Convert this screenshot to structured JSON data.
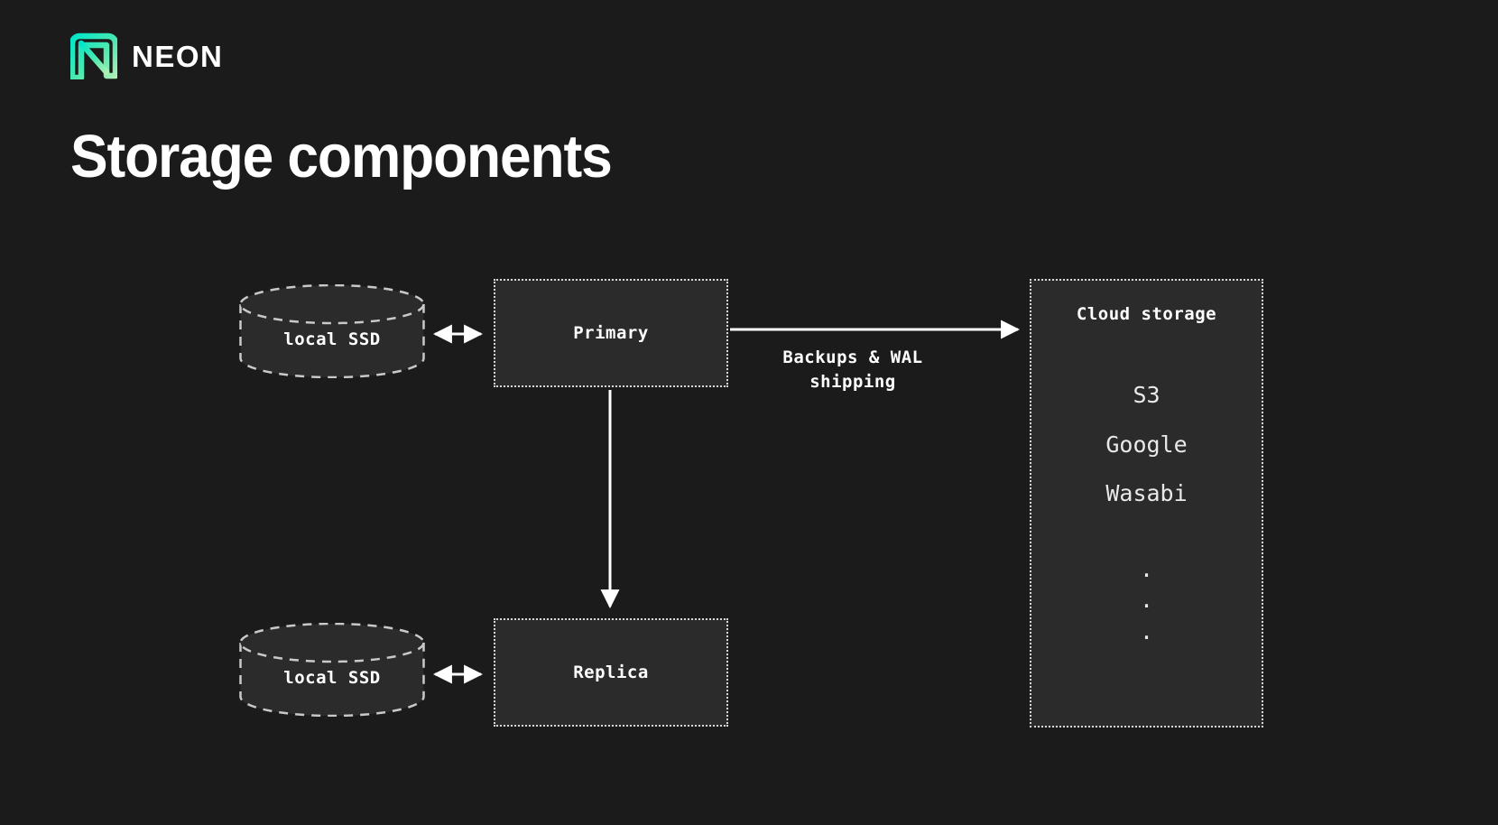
{
  "brand": {
    "logo_icon": "neon-logo-icon",
    "wordmark": "NEON",
    "logo_gradient_start": "#00e0c0",
    "logo_gradient_end": "#a6f0b8"
  },
  "page": {
    "title": "Storage components",
    "background_color": "#1b1b1b",
    "text_color": "#ffffff",
    "box_fill_color": "#2b2b2b",
    "stroke_color": "#d8d8d8"
  },
  "diagram": {
    "nodes": {
      "local_ssd_primary": {
        "label": "local SSD",
        "shape": "cylinder"
      },
      "local_ssd_replica": {
        "label": "local SSD",
        "shape": "cylinder"
      },
      "primary": {
        "label": "Primary",
        "shape": "box"
      },
      "replica": {
        "label": "Replica",
        "shape": "box"
      },
      "cloud_storage": {
        "label": "Cloud storage",
        "shape": "box"
      }
    },
    "cloud_providers": [
      "S3",
      "Google",
      "Wasabi"
    ],
    "cloud_ellipsis": [
      ".",
      ".",
      "."
    ],
    "edges": [
      {
        "from": "local_ssd_primary",
        "to": "primary",
        "label": "",
        "arrow": "both"
      },
      {
        "from": "local_ssd_replica",
        "to": "replica",
        "label": "",
        "arrow": "both"
      },
      {
        "from": "primary",
        "to": "cloud_storage",
        "label": "Backups & WAL\nshipping",
        "arrow": "forward"
      },
      {
        "from": "primary",
        "to": "replica",
        "label": "",
        "arrow": "forward"
      }
    ],
    "labels": {
      "backups_wal": "Backups & WAL\nshipping"
    }
  }
}
